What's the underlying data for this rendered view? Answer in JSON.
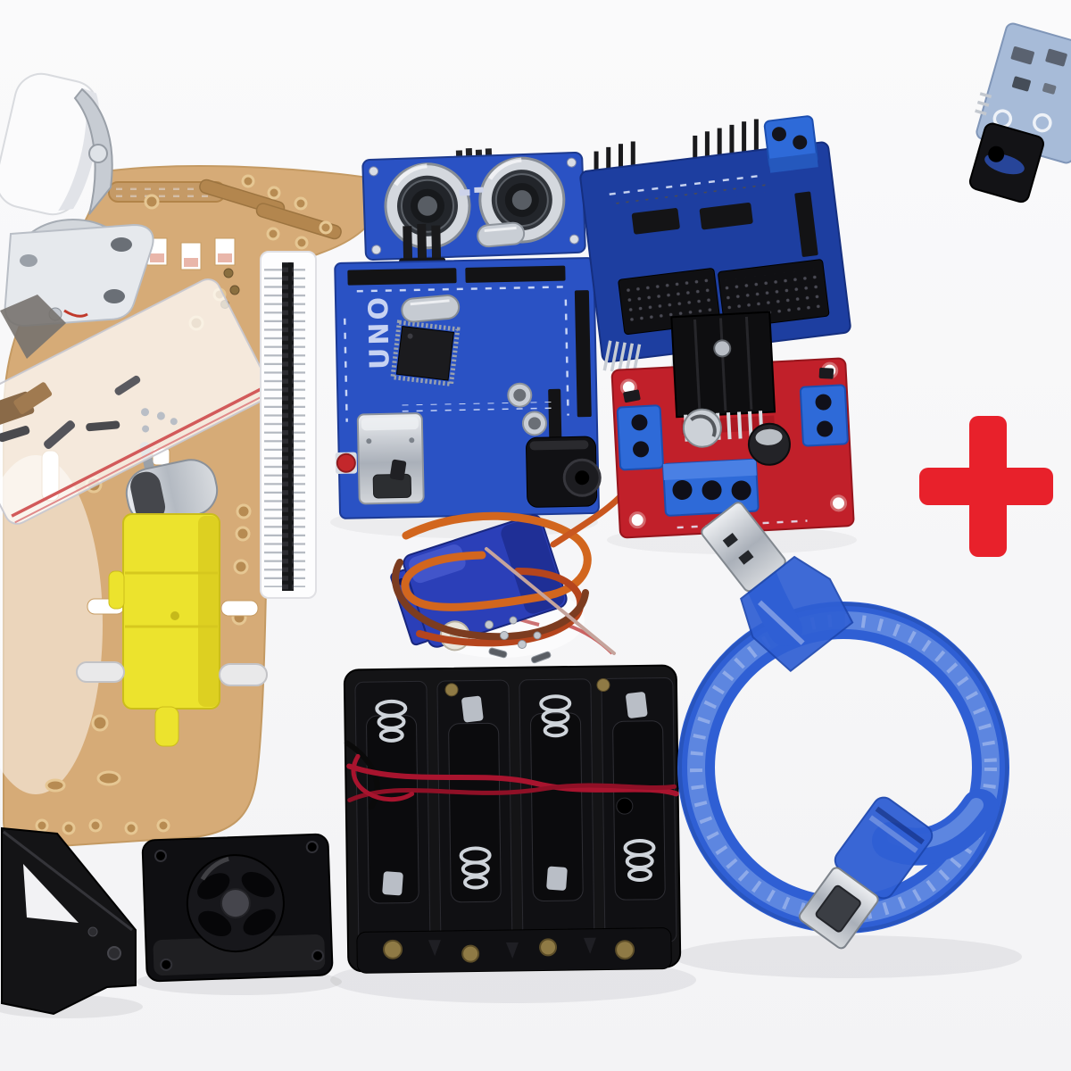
{
  "scene": {
    "kind": "product-photo",
    "subject": "Smart robot car kit components laid out on a white background"
  },
  "labels": {
    "arduino_print": "UNO"
  },
  "palette": {
    "background": "#fafafb",
    "chassis_tan": "#d6ab77",
    "chassis_dark": "#b3864e",
    "pcb_blue": "#2a52c4",
    "pcb_navy": "#1d3ea0",
    "pcb_red": "#c1202a",
    "terminal_blue": "#2e6ad8",
    "servo_blue": "#2b3fb8",
    "usb_blue": "#2f5fd4",
    "plus_red": "#e8212b",
    "motor_yellow": "#ece32d",
    "plastic_black": "#141416",
    "metal_silver": "#ccd1d7",
    "wire_red": "#a8142e",
    "wire_orange": "#d2661e",
    "wire_brown": "#7c3c20",
    "ir_board_blue": "#a7bbd8"
  },
  "components": [
    {
      "name": "caster-wheel",
      "desc": "white swivel caster wheel with metal bracket"
    },
    {
      "name": "acrylic-chassis",
      "desc": "tan acrylic chassis plate with slots and holes"
    },
    {
      "name": "hardware-bag",
      "desc": "clear bag of screws and fittings"
    },
    {
      "name": "pin-header-strip",
      "desc": "40-pin male header strip"
    },
    {
      "name": "ultrasonic-sensor",
      "desc": "ultrasonic distance sensor with two transducers"
    },
    {
      "name": "arduino-uno",
      "desc": "blue UNO microcontroller board"
    },
    {
      "name": "sensor-shield",
      "desc": "blue sensor expansion shield"
    },
    {
      "name": "motor-driver",
      "desc": "red H-bridge motor driver with heatsink"
    },
    {
      "name": "servo-motor",
      "desc": "blue micro servo wrapped in wires"
    },
    {
      "name": "gear-motor",
      "desc": "yellow TT gear motor"
    },
    {
      "name": "battery-holder",
      "desc": "black 4xAA battery holder with red wire"
    },
    {
      "name": "usb-cable",
      "desc": "blue translucent USB A-B cable coiled in a loop"
    },
    {
      "name": "plus-sign",
      "desc": "red plus symbol"
    },
    {
      "name": "ir-sensor-module",
      "desc": "IR speed sensor module"
    },
    {
      "name": "motor-bracket",
      "desc": "black plastic bracket"
    },
    {
      "name": "mounting-plate",
      "desc": "black square mounting plate"
    }
  ]
}
